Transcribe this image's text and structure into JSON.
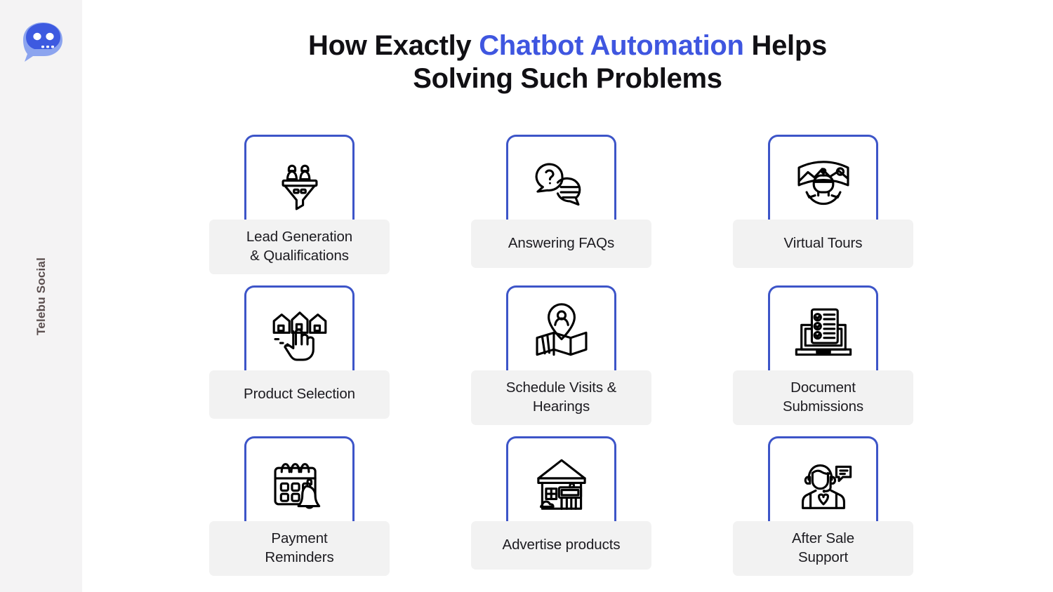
{
  "sidebar": {
    "brand_name": "Telebu Social",
    "logo_icon": "chat-bubble-bot-logo",
    "background_color": "#f4f3f4",
    "brand_text_color": "#5b4f4f"
  },
  "header": {
    "title_part1": "How Exactly ",
    "title_accent": "Chatbot Automation",
    "title_part2": " Helps",
    "title_line2": "Solving Such Problems",
    "accent_color": "#3f56e0",
    "text_color": "#111014"
  },
  "theme": {
    "frame_border_color": "#3d55c8",
    "label_background": "#f2f2f2",
    "page_background": "#ffffff"
  },
  "cards": [
    {
      "label": "Lead Generation\n& Qualifications",
      "label_line1": "Lead Generation",
      "label_line2": "& Qualifications",
      "icon": "lead-funnel-icon",
      "two_line": true
    },
    {
      "label": "Answering FAQs",
      "label_line1": "Answering FAQs",
      "label_line2": "",
      "icon": "question-speech-bubbles-icon",
      "two_line": false
    },
    {
      "label": "Virtual Tours",
      "label_line1": "Virtual Tours",
      "label_line2": "",
      "icon": "vr-headset-panorama-icon",
      "two_line": false
    },
    {
      "label": "Product Selection",
      "label_line1": "Product Selection",
      "label_line2": "",
      "icon": "hand-pointing-houses-icon",
      "two_line": false
    },
    {
      "label": "Schedule Visits &\nHearings",
      "label_line1": "Schedule Visits &",
      "label_line2": "Hearings",
      "icon": "map-location-pin-person-icon",
      "two_line": true
    },
    {
      "label": "Document\nSubmissions",
      "label_line1": "Document",
      "label_line2": "Submissions",
      "icon": "laptop-checklist-icon",
      "two_line": true
    },
    {
      "label": "Payment\nReminders",
      "label_line1": "Payment",
      "label_line2": "Reminders",
      "icon": "calendar-bell-icon",
      "two_line": true
    },
    {
      "label": "Advertise products",
      "label_line1": "Advertise products",
      "label_line2": "",
      "icon": "house-sale-sign-icon",
      "two_line": false
    },
    {
      "label": "After Sale\nSupport",
      "label_line1": "After Sale",
      "label_line2": "Support",
      "icon": "support-agent-headset-icon",
      "two_line": true
    }
  ]
}
